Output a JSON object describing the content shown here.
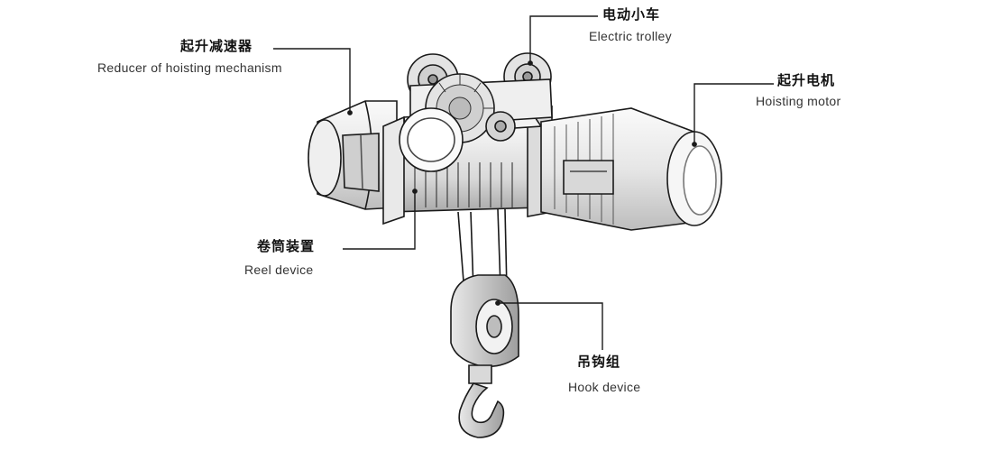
{
  "callouts": {
    "reducer": {
      "zh": "起升减速器",
      "en": "Reducer of hoisting mechanism"
    },
    "trolley": {
      "zh": "电动小车",
      "en": "Electric trolley"
    },
    "motor": {
      "zh": "起升电机",
      "en": "Hoisting motor"
    },
    "reel": {
      "zh": "卷筒装置",
      "en": "Reel device"
    },
    "hook": {
      "zh": "吊钩组",
      "en": "Hook device"
    }
  },
  "colors": {
    "line": "#1a1a1a",
    "shade": "#b8b8b8",
    "body": "#f2f2f2"
  }
}
